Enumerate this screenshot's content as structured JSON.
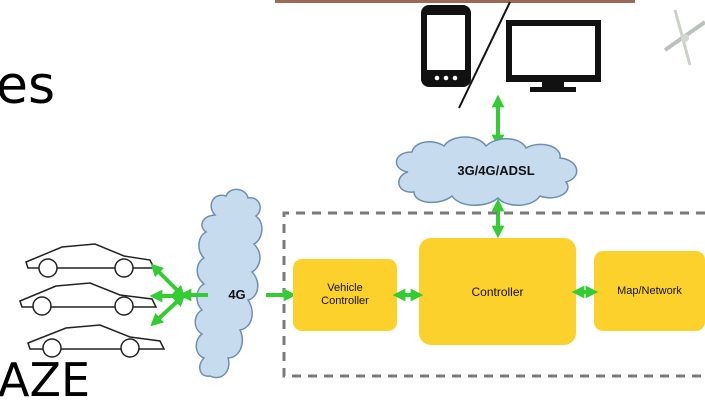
{
  "slide_text": {
    "partial_top": "es",
    "partial_bottom": "AZE"
  },
  "clouds": {
    "top_label": "3G/4G/ADSL",
    "left_label": "4G"
  },
  "boxes": {
    "vehicle_controller": "Vehicle\nController",
    "controller": "Controller",
    "map_network": "Map/Network"
  },
  "colors": {
    "box_fill": "#fdd12b",
    "cloud_fill": "#c6dcee",
    "cloud_stroke": "#6e8fb0",
    "arrow": "#33cc33",
    "dashed_border": "#7a7a7a"
  },
  "icons": [
    "phone-icon",
    "monitor-icon",
    "car-icon",
    "cloud-icon",
    "arrow-icon"
  ]
}
